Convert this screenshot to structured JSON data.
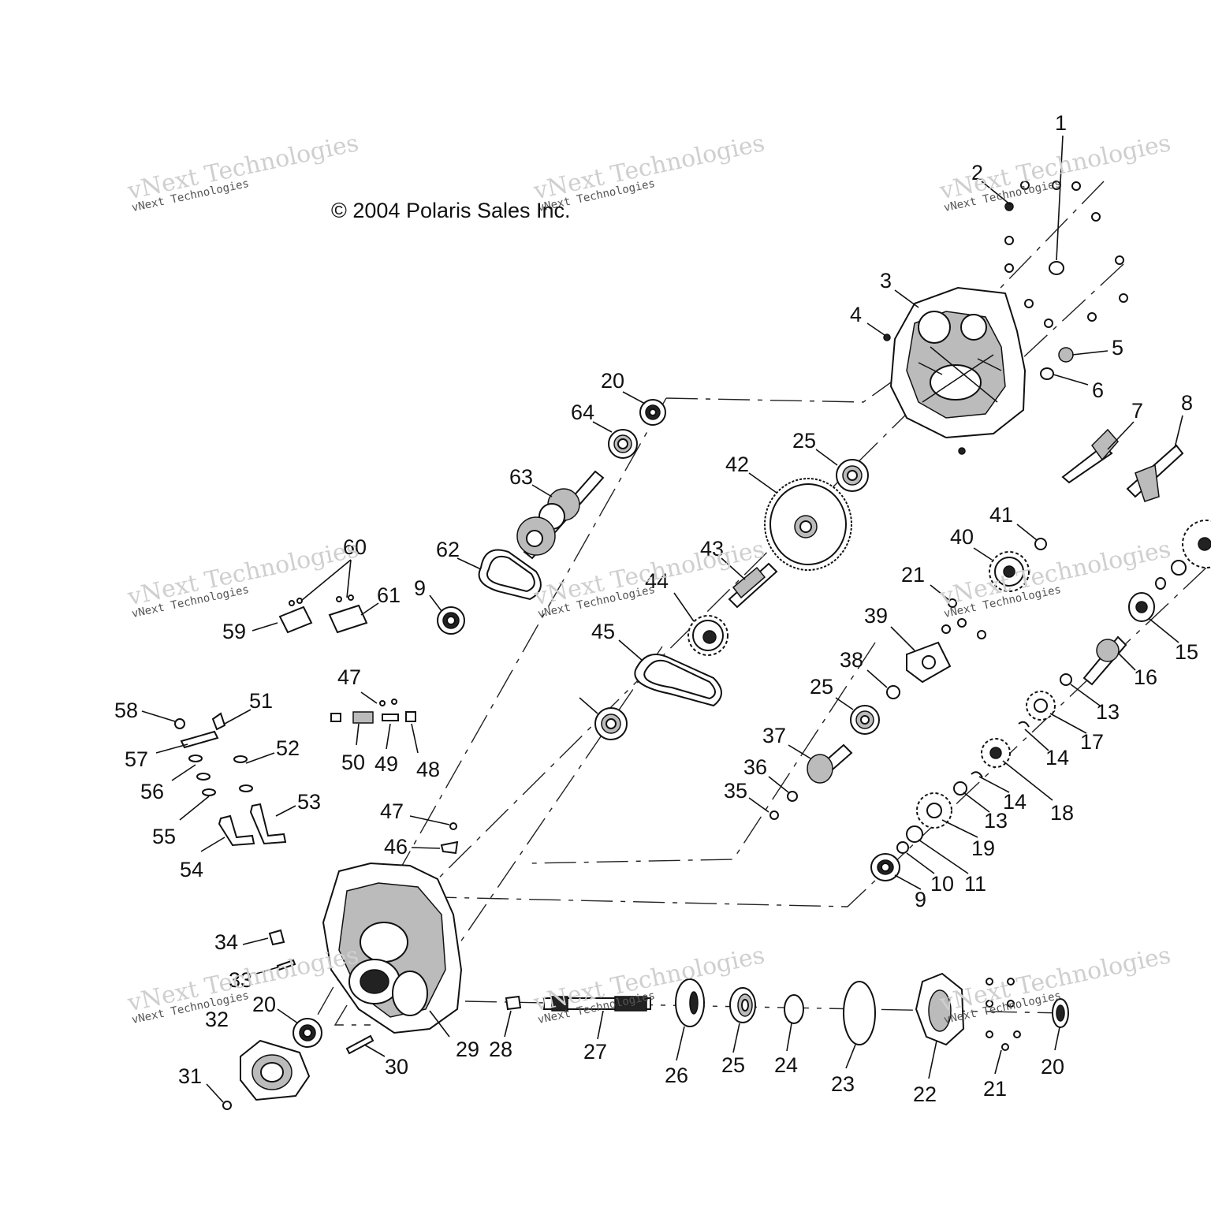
{
  "copyright": "© 2004 Polaris Sales Inc.",
  "watermark": {
    "big": "vNext Technologies",
    "small": "vNext Technologies"
  },
  "callouts": [
    "1",
    "2",
    "3",
    "4",
    "5",
    "6",
    "7",
    "8",
    "20",
    "64",
    "25",
    "42",
    "63",
    "62",
    "9",
    "60",
    "61",
    "59",
    "43",
    "44",
    "45",
    "41",
    "40",
    "21",
    "39",
    "38",
    "25",
    "37",
    "36",
    "35",
    "16",
    "15",
    "13",
    "17",
    "14",
    "18",
    "14",
    "13",
    "19",
    "11",
    "10",
    "9",
    "47",
    "50",
    "49",
    "48",
    "58",
    "51",
    "57",
    "52",
    "56",
    "53",
    "55",
    "54",
    "47",
    "46",
    "34",
    "33",
    "20",
    "32",
    "31",
    "30",
    "29",
    "28",
    "27",
    "26",
    "25",
    "24",
    "23",
    "22",
    "21",
    "20"
  ]
}
